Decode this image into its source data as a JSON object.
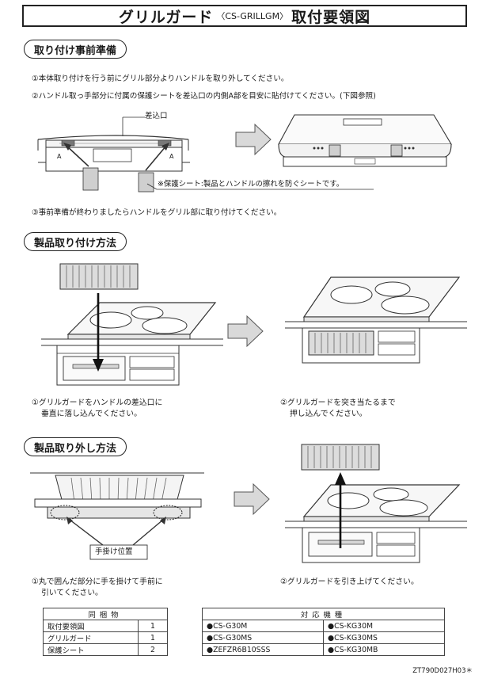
{
  "title": {
    "main_left": "グリルガード",
    "code": "〈CS-GRILLGM〉",
    "main_right": "取付要領図"
  },
  "sections": {
    "prep": {
      "heading": "取り付け事前準備",
      "step1": "①本体取り付けを行う前にグリル部分よりハンドルを取り外してください。",
      "step2": "②ハンドル取っ手部分に付属の保護シートを差込口の内側A部を目安に貼付けてください。(下図参照)",
      "step3": "③事前準備が終わりましたらハンドルをグリル部に取り付けてください。",
      "label_inlet": "差込口",
      "label_a_left": "A",
      "label_a_right": "A",
      "note": "※保護シート:製品とハンドルの擦れを防ぐシートです。"
    },
    "install": {
      "heading": "製品取り付け方法",
      "cap1_line1": "①グリルガードをハンドルの差込口に",
      "cap1_line2": "垂直に落し込んでください。",
      "cap2_line1": "②グリルガードを突き当たるまで",
      "cap2_line2": "押し込んでください。"
    },
    "removal": {
      "heading": "製品取り外し方法",
      "label_grip": "手掛け位置",
      "cap1_line1": "①丸で囲んだ部分に手を掛けて手前に",
      "cap1_line2": "引いてください。",
      "cap2": "②グリルガードを引き上げてください。"
    }
  },
  "contents_table": {
    "header": "同梱物",
    "rows": [
      {
        "item": "取付要領図",
        "qty": "1"
      },
      {
        "item": "グリルガード",
        "qty": "1"
      },
      {
        "item": "保護シート",
        "qty": "2"
      }
    ]
  },
  "models_table": {
    "header": "対応機種",
    "rows": [
      [
        "CS-G30M",
        "CS-KG30M"
      ],
      [
        "CS-G30MS",
        "CS-KG30MS"
      ],
      [
        "ZEFZR6B10SSS",
        "CS-KG30MB"
      ]
    ]
  },
  "footer_code": "ZT790D027H03＊",
  "icons": {
    "arrow": "right-block-arrow",
    "bullet": "●"
  },
  "colors": {
    "ink": "#1a1a1a",
    "guard_fill": "#dcdcdc",
    "arrow_fill": "#d9d9d9",
    "sheet_fill": "#cfcfcf"
  }
}
